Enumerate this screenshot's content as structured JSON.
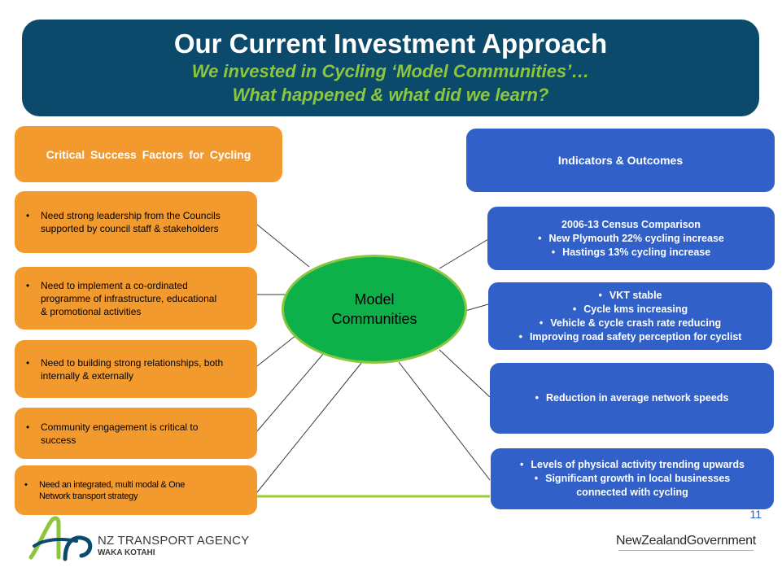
{
  "banner": {
    "title": "Our Current Investment Approach",
    "subtitle_line1": "We invested in Cycling ‘Model Communities’…",
    "subtitle_line2": "What happened & what did we learn?"
  },
  "left": {
    "header": "Critical  Success  Factors  for Cycling",
    "factors": [
      [
        "Need strong leadership from the Councils",
        "supported by council staff & stakeholders"
      ],
      [
        "Need to implement a co-ordinated",
        "programme of infrastructure, educational",
        "& promotional activities"
      ],
      [
        "Need to building strong relationships, both",
        "internally & externally"
      ],
      [
        "Community engagement is critical to",
        "success"
      ],
      [
        "Need an integrated, multi modal & One",
        "Network transport strategy"
      ]
    ]
  },
  "center": {
    "line1": "Model",
    "line2": "Communities"
  },
  "right": {
    "header": "Indicators  & Outcomes",
    "box1_title": "2006-13 Census Comparison",
    "box1_items": [
      "New Plymouth 22% cycling increase",
      "Hastings 13% cycling increase"
    ],
    "box2_items": [
      "VKT stable",
      "Cycle kms increasing",
      "Vehicle & cycle crash rate reducing",
      "Improving road safety perception for cyclist"
    ],
    "box3_items": [
      "Reduction in average network speeds"
    ],
    "box4_items": [
      "Levels of physical activity trending upwards",
      "Significant growth in local businesses"
    ],
    "box4_continuation": "connected with cycling"
  },
  "page_number": "11",
  "footer": {
    "agency_name": "NZ TRANSPORT AGENCY",
    "agency_sub": "WAKA KOTAHI",
    "government": "NewZealandGovernment"
  },
  "colors": {
    "banner": "#0b4a6b",
    "accent_green": "#8cc63f",
    "orange": "#f39a2f",
    "blue": "#3060c8",
    "ellipse": "#0eb04a"
  }
}
